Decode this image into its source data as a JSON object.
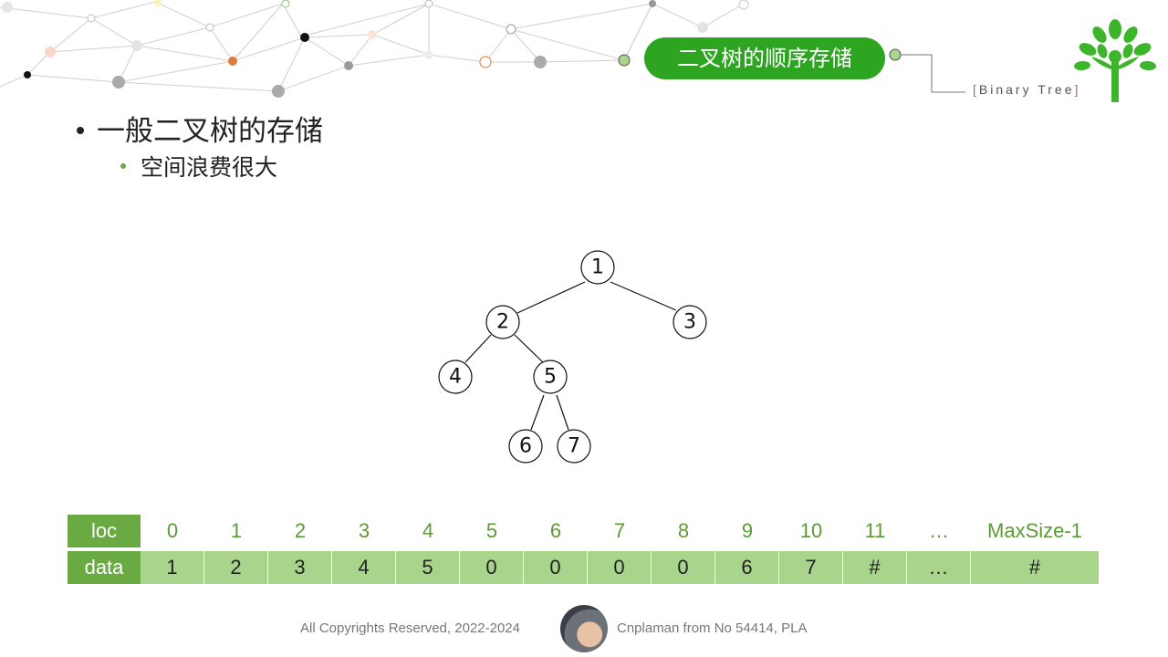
{
  "header": {
    "title": "二叉树的顺序存储",
    "brand": "Binary Tree",
    "brand_open": "[",
    "brand_close": "]"
  },
  "content": {
    "bullet1": "一般二叉树的存储",
    "bullet2": "空间浪费很大"
  },
  "tree": {
    "nodes": [
      "1",
      "2",
      "3",
      "4",
      "5",
      "6",
      "7"
    ]
  },
  "table": {
    "loc_label": "loc",
    "data_label": "data",
    "loc": [
      "0",
      "1",
      "2",
      "3",
      "4",
      "5",
      "6",
      "7",
      "8",
      "9",
      "10",
      "11",
      "…",
      "MaxSize-1"
    ],
    "data": [
      "1",
      "2",
      "3",
      "4",
      "5",
      "0",
      "0",
      "0",
      "0",
      "6",
      "7",
      "#",
      "…",
      "#"
    ]
  },
  "footer": {
    "copyright": "All Copyrights Reserved, 2022-2024",
    "author": "Cnplaman from No 54414, PLA"
  },
  "colors": {
    "accent": "#2ea520",
    "table_header": "#6aaa43",
    "table_cell": "#a9d48b",
    "loc_text": "#5c9a35"
  }
}
